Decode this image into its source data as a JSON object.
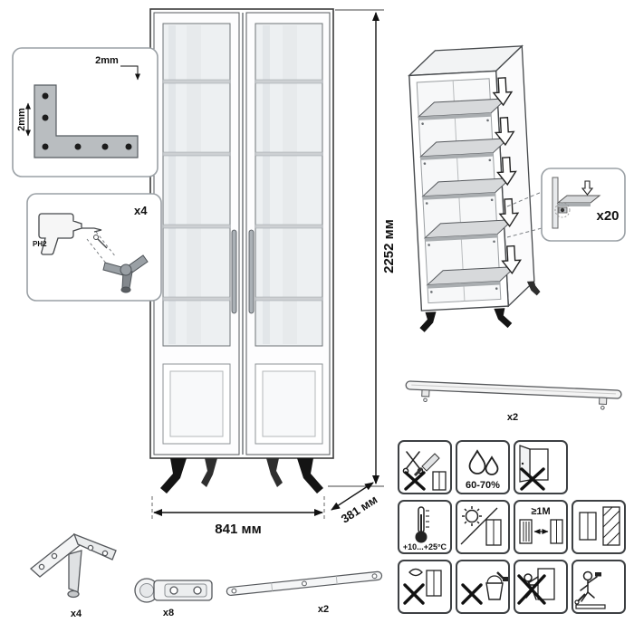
{
  "diagram": {
    "dimensions": {
      "height": "2252 мм",
      "width": "841 мм",
      "depth": "381 мм"
    },
    "corner_bracket": {
      "offset_top": "2mm",
      "offset_side": "2mm"
    },
    "drill_assembly": {
      "count": "x4",
      "bit": "PH2"
    },
    "shelf_pins": {
      "count": "x20"
    },
    "handle": {
      "count": "x2"
    },
    "parts": {
      "leg_count": "x4",
      "hinge_count": "x8",
      "brace_count": "x2"
    },
    "care": {
      "humidity": "60-70%",
      "temperature": "+10...+25°C",
      "distance": "≥1M"
    },
    "icons": {
      "down-arrow-icon": "block arrow ▼ (shelf insertion)",
      "drill-icon": "power screwdriver silhouette",
      "screw-icon": "screw with phillips head",
      "corner-bracket-icon": "L-shaped angle bracket with holes",
      "cabinet-leg-icon": "three-prong furniture leg",
      "hinge-icon": "cup hinge",
      "handle-bar-icon": "long door handle",
      "brace-strap-icon": "flat stabilizer strap",
      "shelf-pin-icon": "shelf support pin",
      "scissors-icon": "crossed blades",
      "knife-icon": "utility knife",
      "water-drops-icon": "two droplets",
      "open-door-x-icon": "open door crossed out",
      "thermometer-icon": "thermometer with bulb",
      "sun-icon": "sun with rays",
      "radiator-icon": "hatched heater",
      "wall-hatch-icon": "hatched wall",
      "no-wet-clean-x-icon": "cloth and cabinet crossed out",
      "bucket-icon": "cleaning bucket with brush",
      "no-climb-x-icon": "child climbing crossed out",
      "assembly-person-icon": "person assembling with tools"
    }
  }
}
